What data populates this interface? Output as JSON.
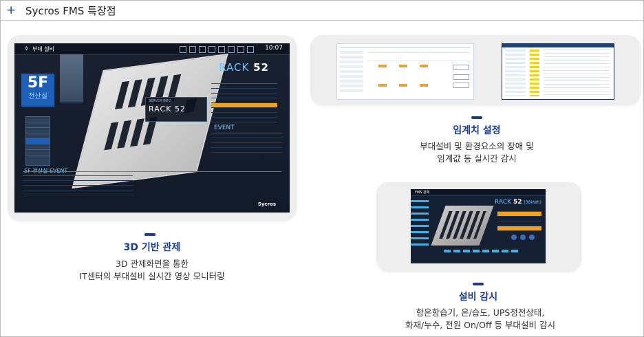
{
  "header": {
    "icon": "plus-icon",
    "title": "Sycros FMS 특장점"
  },
  "screens": {
    "main": {
      "menu_title": "부대 설비",
      "time": "10:07",
      "floor": "5F",
      "floor_sub": "전산실",
      "rack_label": "RACK",
      "rack_number": "52",
      "server_info": "SERVER INFO",
      "event_title": "EVENT",
      "floor_event": "5F 전산실 EVENT",
      "brand": "Sycros"
    },
    "bottom": {
      "menu_title": "FMS 관제",
      "rack_label": "RACK",
      "rack_number": "52",
      "rack_power": "(38kWh)"
    }
  },
  "features": [
    {
      "title": "3D 기반 관제",
      "desc_lines": [
        "3D 관제화면을 통한",
        "IT센터의 부대설비 실시간 영상 모니터링"
      ]
    },
    {
      "title": "임계치 설정",
      "desc_lines": [
        "부대설비 및 환경요소의 장애 및",
        "임계값 등 실시간 감시"
      ]
    },
    {
      "title": "설비 감시",
      "desc_lines": [
        "항온항습기, 온/습도, UPS정전상태,",
        "화재/누수, 전원 On/Off 등 부대설비 감시"
      ]
    }
  ]
}
